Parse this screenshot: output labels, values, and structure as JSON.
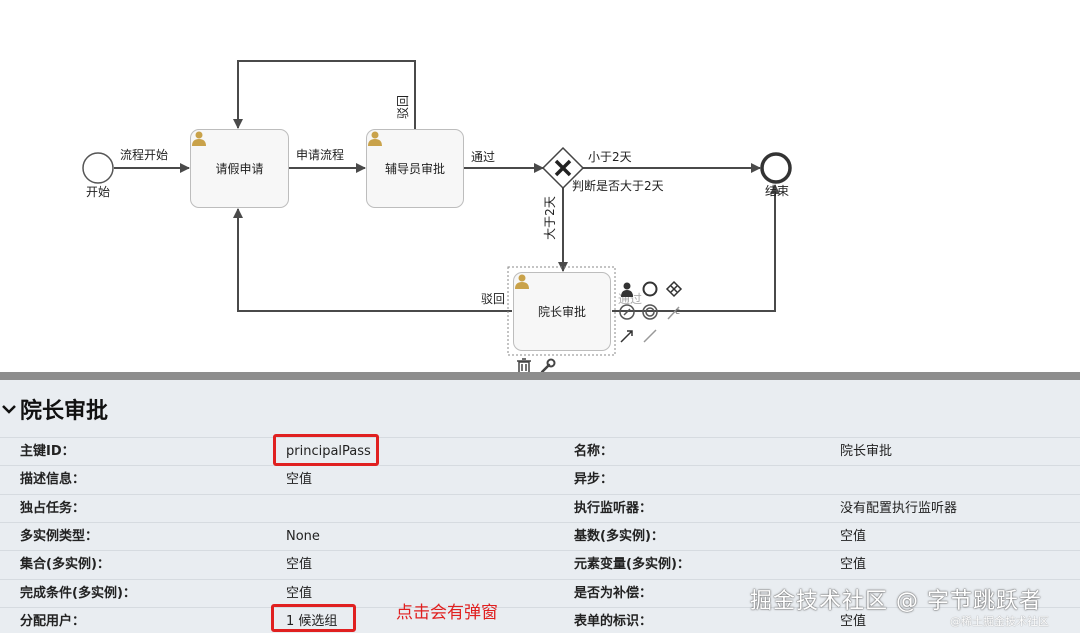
{
  "diagram": {
    "start_event": {
      "label": "开始"
    },
    "end_event": {
      "label": "结束"
    },
    "tasks": [
      {
        "id": "leave-apply",
        "label": "请假申请"
      },
      {
        "id": "counselor-approve",
        "label": "辅导员审批"
      },
      {
        "id": "dean-approve",
        "label": "院长审批"
      }
    ],
    "gateway": {
      "label": "判断是否大于2天"
    },
    "flows": {
      "start_flow": "流程开始",
      "apply_flow": "申请流程",
      "pass_flow": "通过",
      "less_flow": "小于2天",
      "more_flow": "大于2天",
      "reject_counselor": "驳回",
      "reject_dean": "驳回",
      "dean_pass": "通过"
    }
  },
  "panel": {
    "title": "院长审批",
    "left_rows": [
      {
        "key": "主键ID：",
        "value": "principalPass"
      },
      {
        "key": "描述信息：",
        "value": "空值"
      },
      {
        "key": "独占任务：",
        "value": ""
      },
      {
        "key": "多实例类型：",
        "value": "None"
      },
      {
        "key": "集合(多实例)：",
        "value": "空值"
      },
      {
        "key": "完成条件(多实例)：",
        "value": "空值"
      },
      {
        "key": "分配用户：",
        "value": "1 候选组"
      }
    ],
    "right_rows": [
      {
        "key": "名称：",
        "value": "院长审批"
      },
      {
        "key": "异步：",
        "value": ""
      },
      {
        "key": "执行监听器：",
        "value": "没有配置执行监听器"
      },
      {
        "key": "基数(多实例)：",
        "value": "空值"
      },
      {
        "key": "元素变量(多实例)：",
        "value": "空值"
      },
      {
        "key": "是否为补偿：",
        "value": ""
      },
      {
        "key": "表单的标识：",
        "value": "空值"
      }
    ]
  },
  "annotation": {
    "popup_note": "点击会有弹窗"
  },
  "watermark": {
    "main": "掘金技术社区 @ 字节跳跃者",
    "sub": "@稀土掘金技术社区"
  },
  "colors": {
    "highlight": "#e02020",
    "panel_bg": "#e9edf1",
    "divider": "#8d8d8d",
    "user_icon": "#c9a24a"
  }
}
